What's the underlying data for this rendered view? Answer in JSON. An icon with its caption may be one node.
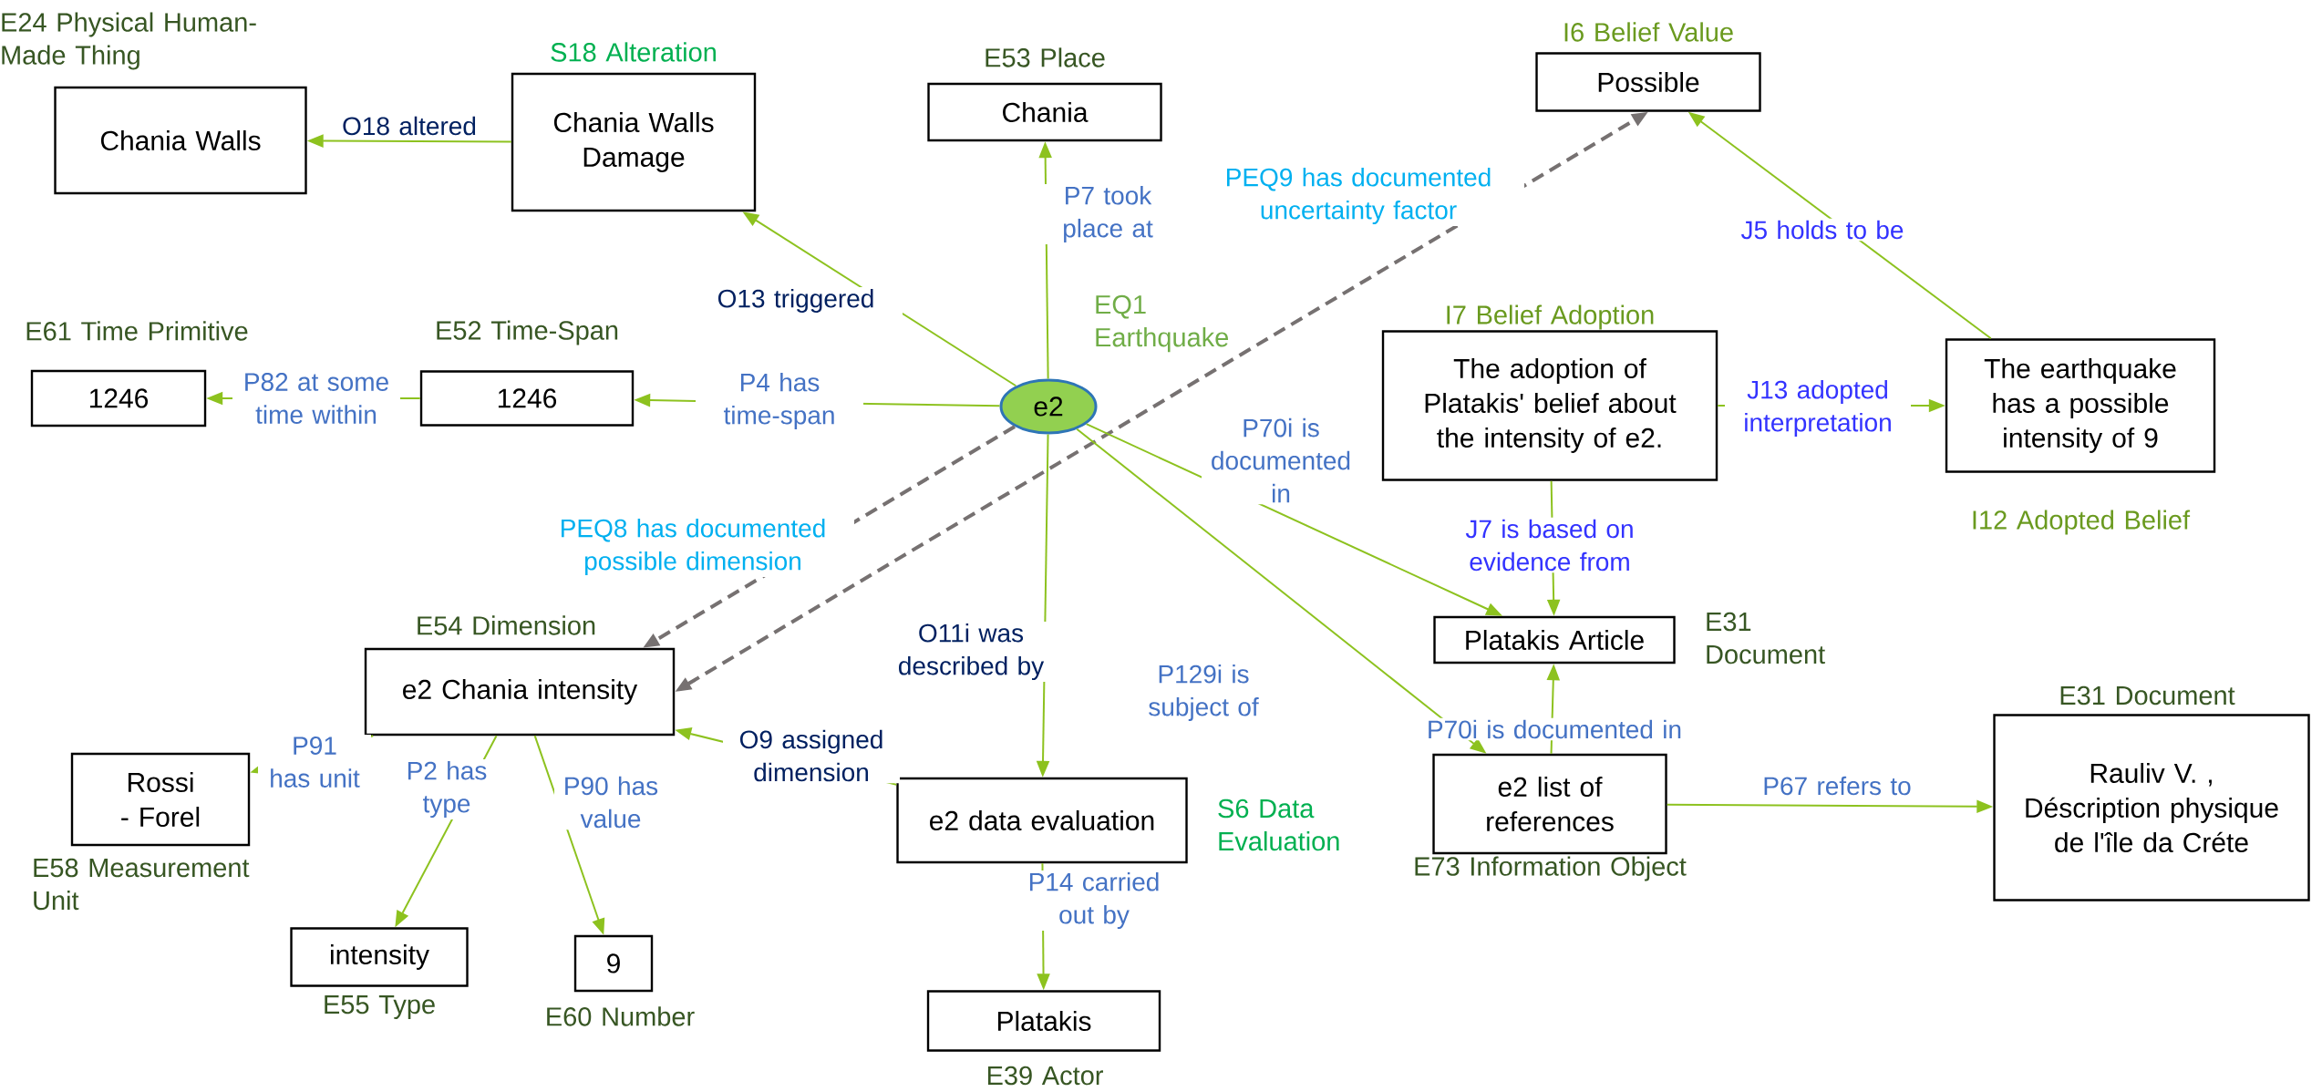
{
  "diagram": {
    "nodes": [
      {
        "text": [
          "Chania Walls"
        ],
        "beside": [
          "E24 Physical Human-Made Thing"
        ]
      },
      {
        "text": [
          "Chania Walls Damage"
        ],
        "beside": [
          "S18 Alteration"
        ]
      },
      {
        "text": [
          "Chania"
        ],
        "beside": [
          "E53 Place"
        ]
      },
      {
        "text": [
          "Possible"
        ],
        "beside": [
          "I6 Belief Value"
        ]
      },
      {
        "text": [
          "1246"
        ],
        "beside": [
          "E61 Time Primitive"
        ]
      },
      {
        "text": [
          "1246"
        ],
        "beside": [
          "E52 Time-Span"
        ]
      },
      {
        "text": [
          "e2"
        ],
        "beside": [
          "EQ1 Earthquake"
        ]
      },
      {
        "text": [
          "The adoption of Platakis' belief about the intensity of e2."
        ],
        "beside": [
          "I7 Belief Adoption"
        ]
      },
      {
        "text": [
          "The earthquake has a possible intensity of 9"
        ],
        "beside": [
          "I12 Adopted Belief"
        ]
      },
      {
        "text": [
          "e2 Chania intensity"
        ],
        "beside": [
          "E54 Dimension"
        ]
      },
      {
        "text": [
          "Platakis Article"
        ],
        "beside": [
          "E31 Document"
        ]
      },
      {
        "text": [
          "Rossi - Forel"
        ],
        "beside": [
          "E58 Measurement Unit"
        ]
      },
      {
        "text": [
          "e2 data evaluation"
        ],
        "beside": [
          "S6 Data Evaluation"
        ]
      },
      {
        "text": [
          "e2 list of references"
        ],
        "beside": [
          "E73 Information Object"
        ]
      },
      {
        "text": [
          "Rauliv V. , Déscription physique de l'île da Créte"
        ],
        "beside": [
          "E31 Document"
        ]
      },
      {
        "text": [
          "intensity"
        ],
        "beside": [
          "E55 Type"
        ]
      },
      {
        "text": [
          "9"
        ],
        "beside": [
          "E60 Number"
        ]
      },
      {
        "text": [
          "Platakis"
        ],
        "beside": [
          "E39 Actor"
        ]
      }
    ],
    "edges": [
      {
        "from": 1,
        "to": 0,
        "arrow": "to",
        "label": "O18 altered"
      },
      {
        "from": 6,
        "to": 1,
        "arrow": "to",
        "label": "O13 triggered"
      },
      {
        "from": 6,
        "to": 2,
        "arrow": "to",
        "label": "P7 took place at"
      },
      {
        "from": 9,
        "to": 3,
        "arrow": "both",
        "label": "PEQ9 has documented uncertainty factor",
        "style": "dashed",
        "color": "#767171"
      },
      {
        "from": 5,
        "to": 4,
        "arrow": "to",
        "label": "P82 at some time within"
      },
      {
        "from": 6,
        "to": 5,
        "arrow": "to",
        "label": "P4 has time-span"
      },
      {
        "from": 8,
        "to": 3,
        "arrow": "to",
        "label": "J5 holds to be"
      },
      {
        "from": 7,
        "to": 8,
        "arrow": "to",
        "label": "J13 adopted interpretation"
      },
      {
        "from": 6,
        "to": 10,
        "arrow": "to",
        "label": "P70i is documented in"
      },
      {
        "from": 6,
        "to": 9,
        "arrow": "to",
        "label": "PEQ8 has documented possible dimension",
        "style": "dashed",
        "color": "#767171"
      },
      {
        "from": 6,
        "to": 12,
        "arrow": "to",
        "label": "O11i was described by"
      },
      {
        "from": 6,
        "to": 13,
        "arrow": "to",
        "label": "P129i is subject of"
      },
      {
        "from": 7,
        "to": 10,
        "arrow": "to",
        "label": "J7 is based on evidence from"
      },
      {
        "from": 13,
        "to": 10,
        "arrow": "to",
        "label": "P70i is documented in"
      },
      {
        "from": 13,
        "to": 14,
        "arrow": "to",
        "label": "P67 refers to"
      },
      {
        "from": 9,
        "to": 11,
        "arrow": "to",
        "label": "P91 has unit"
      },
      {
        "from": 9,
        "to": 15,
        "arrow": "to",
        "label": "P2 has type"
      },
      {
        "from": 9,
        "to": 16,
        "arrow": "to",
        "label": "P90 has value"
      },
      {
        "from": 12,
        "to": 9,
        "arrow": "to",
        "label": "O9 assigned dimension"
      },
      {
        "from": 12,
        "to": 17,
        "arrow": "to",
        "label": "P14 carried out by"
      }
    ]
  }
}
